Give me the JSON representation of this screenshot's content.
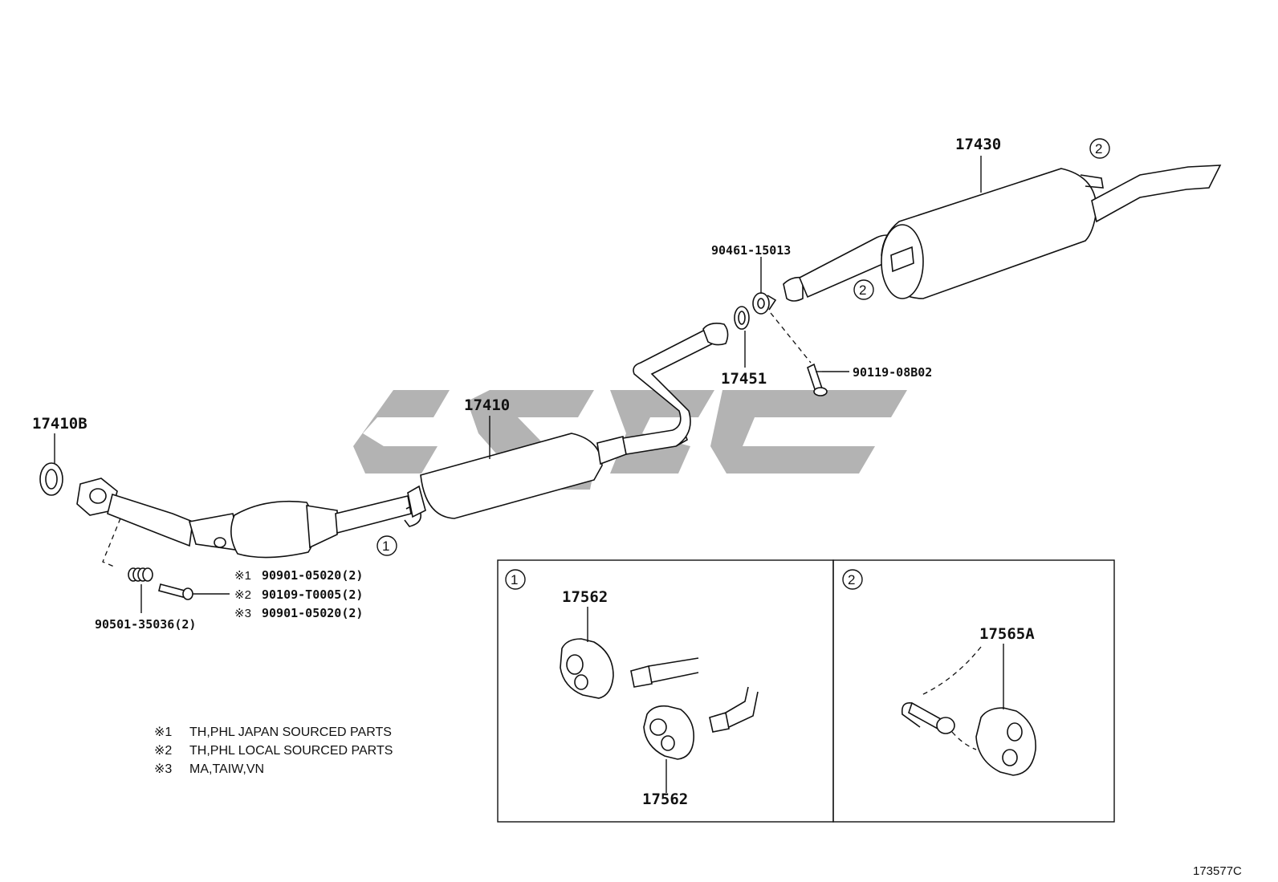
{
  "labels": {
    "gasket_front": "17410B",
    "front_pipe": "17410",
    "tail_pipe": "17430",
    "gasket_mid": "17451",
    "spring_nut": "90461-15013",
    "bolt_mid": "90119-08B02",
    "spring": "90501-35036(2)",
    "marker_1": "※1",
    "marker_2": "※2",
    "marker_3": "※3",
    "variant_1_code": "90901-05020(2)",
    "variant_2_code": "90109-T0005(2)",
    "variant_3_code": "90901-05020(2)",
    "hanger_1a": "17562",
    "hanger_1b": "17562",
    "hanger_2": "17565A",
    "callout_1": "①",
    "callout_2": "②",
    "diagram_code": "173577C"
  },
  "notes": [
    {
      "marker": "※1",
      "text": "TH,PHL JAPAN SOURCED PARTS"
    },
    {
      "marker": "※2",
      "text": "TH,PHL LOCAL SOURCED PARTS"
    },
    {
      "marker": "※3",
      "text": "MA,TAIW,VN"
    }
  ],
  "colors": {
    "line": "#111111",
    "watermark": "#9a9a9a",
    "background": "#ffffff"
  }
}
